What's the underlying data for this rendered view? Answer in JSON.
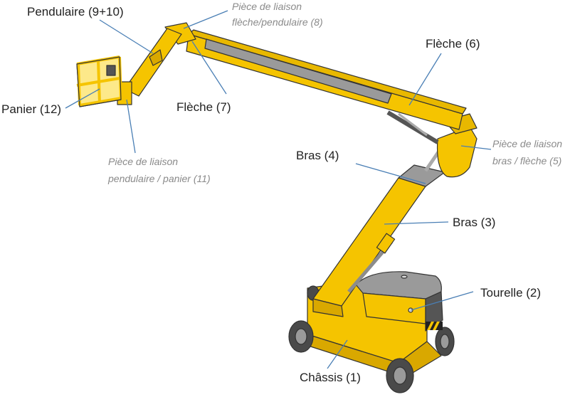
{
  "labels": {
    "pendulaire": "Pendulaire (9+10)",
    "piece_fleche_pendulaire_line1": "Pièce de liaison",
    "piece_fleche_pendulaire_line2": "flèche/pendulaire (8)",
    "fleche6": "Flèche (6)",
    "panier": "Panier (12)",
    "fleche7": "Flèche (7)",
    "piece_bras_fleche_line1": "Pièce de liaison",
    "piece_bras_fleche_line2": "bras / flèche (5)",
    "bras4": "Bras (4)",
    "piece_pendulaire_panier_line1": "Pièce de liaison",
    "piece_pendulaire_panier_line2": "pendulaire / panier (11)",
    "bras3": "Bras (3)",
    "tourelle": "Tourelle (2)",
    "chassis": "Châssis (1)"
  },
  "colors": {
    "machine_yellow": "#f5c400",
    "machine_shadow": "#d9a800",
    "steel_gray": "#8c8c8c",
    "dark_gray": "#555555",
    "leader_line": "#4a7fb5",
    "outline": "#333333"
  }
}
